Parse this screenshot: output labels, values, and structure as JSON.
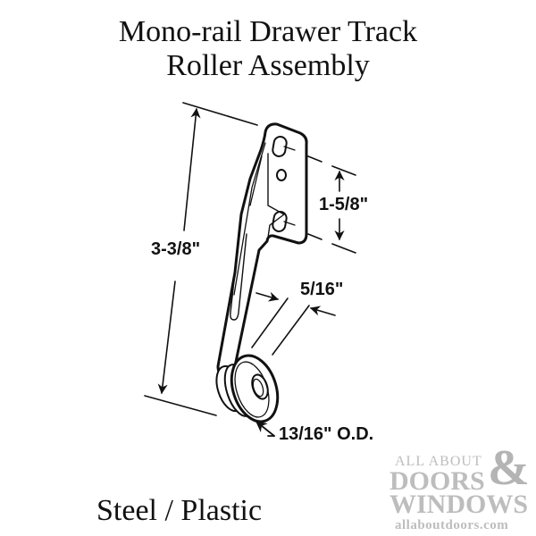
{
  "title": {
    "line1": "Mono-rail Drawer Track",
    "line2": "Roller Assembly"
  },
  "dimensions": {
    "overall_height": "3-3/8\"",
    "hole_spacing": "1-5/8\"",
    "roller_width": "5/16\"",
    "roller_diameter": "13/16\" O.D."
  },
  "material": "Steel / Plastic",
  "logo": {
    "line1": "ALL ABOUT",
    "line2": "DOORS",
    "ampersand": "&",
    "line3": "WINDOWS",
    "url": "allaboutdoors.com",
    "color": "#bdbdbd"
  },
  "drawing": {
    "subject": "roller-assembly-bracket",
    "stroke_color": "#111111",
    "background": "#ffffff"
  }
}
